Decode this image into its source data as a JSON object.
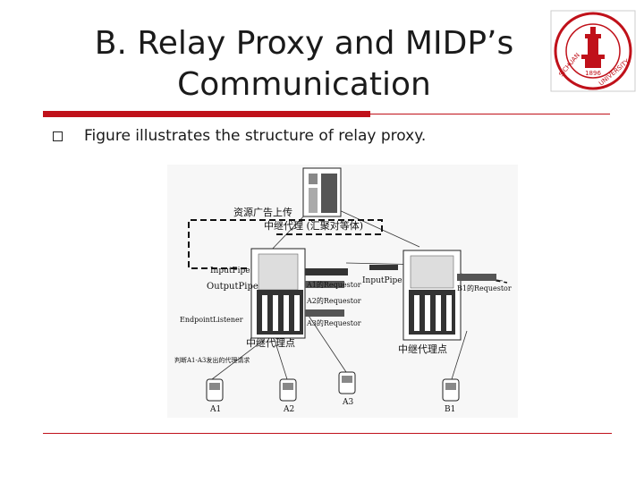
{
  "slide": {
    "title_line1": "B. Relay Proxy and MIDP’s",
    "title_line2": "Communication",
    "bullet": "Figure illustrates the structure of relay proxy.",
    "accent_color": "#c0111a"
  },
  "logo": {
    "icon": "sichuan-university-seal-icon",
    "year": "1896",
    "text_left": "SICHUAN",
    "text_right": "UNIVERSITY"
  },
  "figure": {
    "labels": {
      "ad_upload": "资源广告上传",
      "relay_peer": "中继代理 (汇聚对等体)",
      "input_pipe_left": "InputPipe",
      "output_pipe": "OutputPipe",
      "a1_requestor": "A1的Requestor",
      "a2_requestor": "A2的Requestor",
      "a3_requestor": "A3的Requestor",
      "endpoint_listener": "EndpointListener",
      "input_pipe_right": "InputPipe",
      "b1_requestor": "B1的Requestor",
      "relay_point_left": "中继代理点",
      "relay_point_right": "中继代理点",
      "search_note": "判断A1-A3发出的代理请求",
      "device_a1": "A1",
      "device_a2": "A2",
      "device_a3": "A3",
      "device_b1": "B1"
    }
  }
}
